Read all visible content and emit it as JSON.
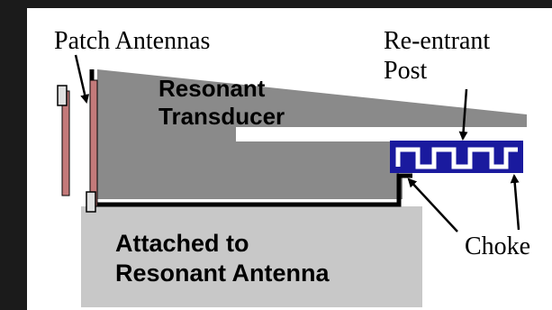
{
  "labels": {
    "patch_antennas": "Patch Antennas",
    "re_entrant_line1": "Re-entrant",
    "re_entrant_line2": "Post",
    "resonant_line1": "Resonant",
    "transducer_line2": "Transducer",
    "choke": "Choke",
    "attached_line1": "Attached to",
    "attached_line2": "Resonant Antenna"
  },
  "colors": {
    "dark_gray": "#8a8a8a",
    "light_gray": "#c8c8c8",
    "patch": "#c47a7a",
    "choke_blue": "#1a1a9e",
    "frame": "#1b1b1b"
  }
}
